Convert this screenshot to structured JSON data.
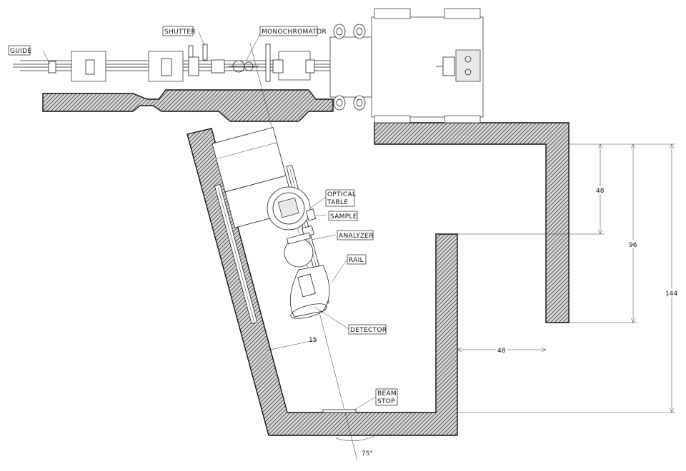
{
  "labels": {
    "guide": "GUIDE",
    "shutter": "SHUTTER",
    "monochromator": "MONOCHROMATOR",
    "optical_table_1": "OPTICAL",
    "optical_table_2": "TABLE",
    "sample": "SAMPLE",
    "analyzer": "ANALYZER",
    "rail": "RAIL",
    "detector": "DETECTOR",
    "beam_stop_1": "BEAM",
    "beam_stop_2": "STOP"
  },
  "dimensions": {
    "d48_upper": "48",
    "d96": "96",
    "d144": "144",
    "d48_lower": "48",
    "d15": "15",
    "angle": "75°"
  }
}
